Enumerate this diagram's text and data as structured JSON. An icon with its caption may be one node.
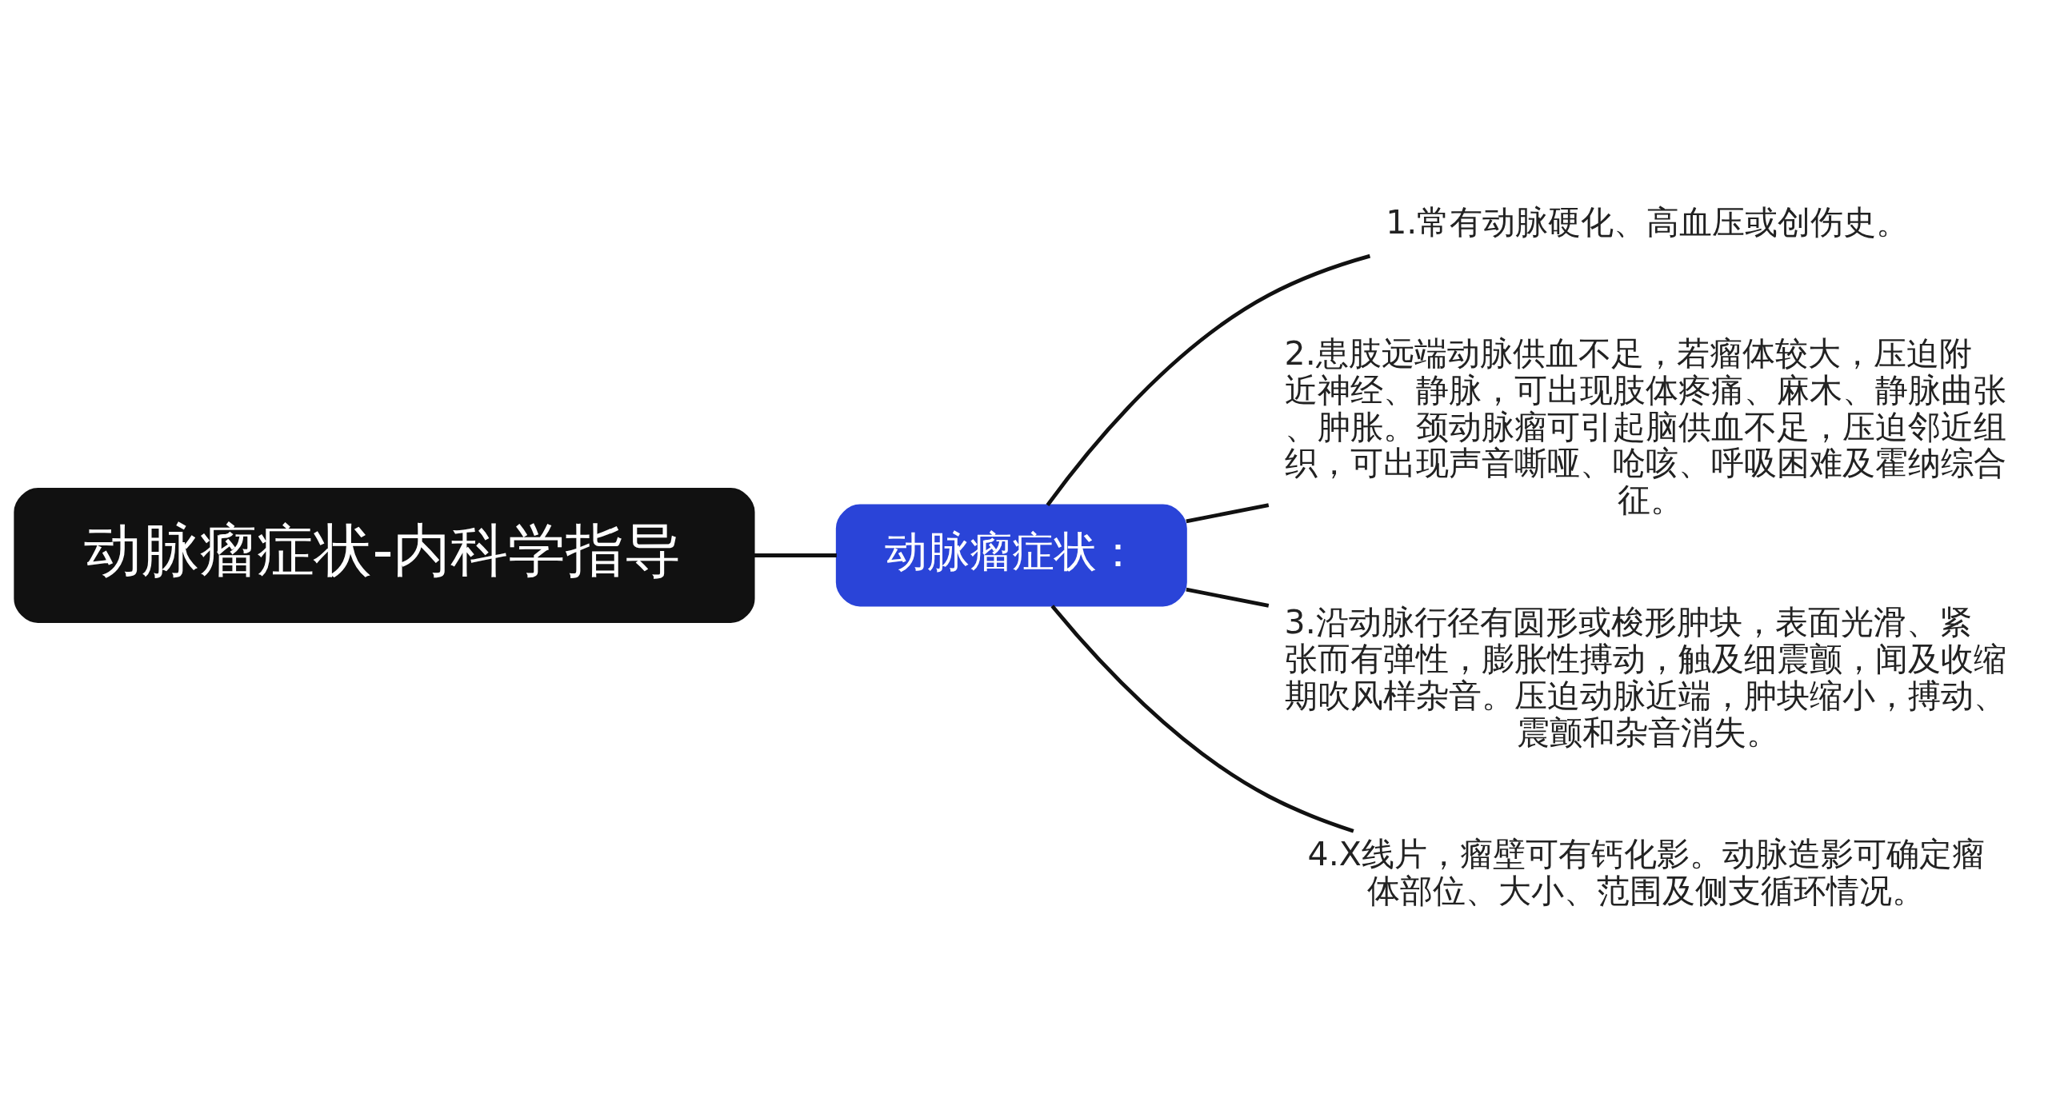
{
  "diagram": {
    "nodes": [
      {
        "text": [
          "动脉瘤症状-内科学指导"
        ]
      },
      {
        "text": [
          "动脉瘤症状："
        ]
      },
      {
        "text": [
          "1.常有动脉硬化、高血压或创伤史。"
        ]
      },
      {
        "text": [
          "2.患肢远端动脉供血不足，若瘤体较大，压迫附近神经、静脉，可出现肢体疼痛、麻木、静脉曲张、肿胀。颈动脉瘤可引起脑供血不足，压迫邻近组织，可出现声音嘶哑、呛咳、呼吸困难及霍纳综合征。"
        ]
      },
      {
        "text": [
          "3.沿动脉行径有圆形或梭形肿块，表面光滑、紧张而有弹性，膨胀性搏动，触及细震颤，闻及收缩期吹风样杂音。压迫动脉近端，肿块缩小，搏动、震颤和杂音消失。"
        ]
      },
      {
        "text": [
          "4.X线片，瘤壁可有钙化影。动脉造影可确定瘤体部位、大小、范围及侧支循环情况。"
        ]
      }
    ],
    "edges": [
      {
        "from": 0,
        "to": 1,
        "arrow": "none"
      },
      {
        "from": 1,
        "to": 2,
        "arrow": "none"
      },
      {
        "from": 1,
        "to": 3,
        "arrow": "none"
      },
      {
        "from": 1,
        "to": 4,
        "arrow": "none"
      },
      {
        "from": 1,
        "to": 5,
        "arrow": "none"
      }
    ]
  }
}
